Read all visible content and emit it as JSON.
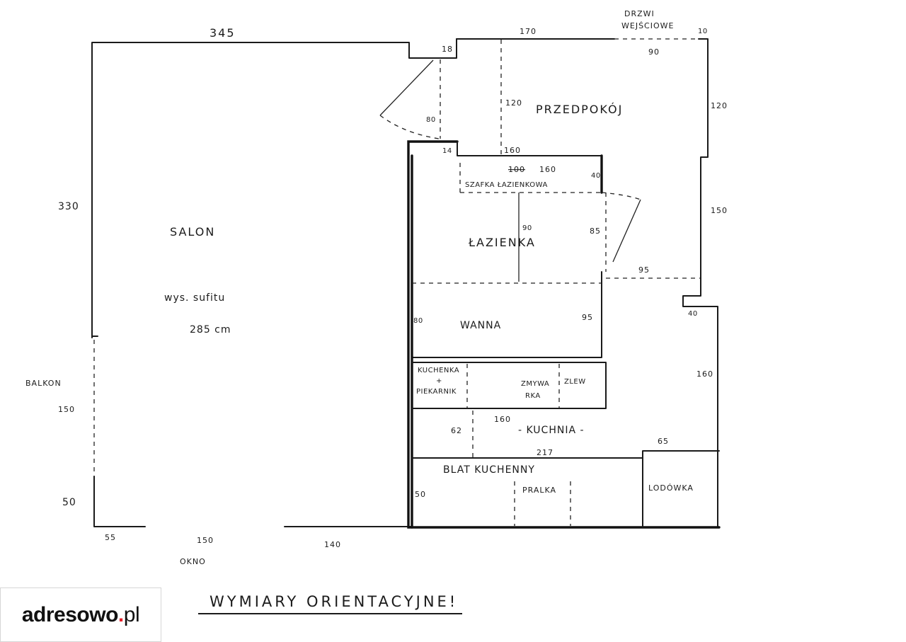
{
  "plan": {
    "rooms": {
      "salon": "SALON",
      "ceiling_line1": "wys. sufitu",
      "ceiling_line2": "285 cm",
      "przedpokoj": "PRZEDPOKÓJ",
      "lazienka": "ŁAZIENKA",
      "szafka": "SZAFKA ŁAZIENKOWA",
      "wanna": "WANNA",
      "kuchnia": "- KUCHNIA -",
      "kuchenka_line1": "KUCHENKA",
      "kuchenka_line2": "+",
      "kuchenka_line3": "PIEKARNIK",
      "zmywarka_line1": "ZMYWA",
      "zmywarka_line2": "RKA",
      "zlew": "ZLEW",
      "blat": "BLAT KUCHENNY",
      "pralka": "PRALKA",
      "lodowka": "LODÓWKA",
      "balkon": "BALKON",
      "okno": "OKNO",
      "drzwi_line1": "DRZWI",
      "drzwi_line2": "WEJŚCIOWE"
    },
    "dimensions": {
      "d345": "345",
      "d18": "18",
      "d170": "170",
      "d10": "10",
      "d90_entry": "90",
      "d330": "330",
      "d80_door": "80",
      "d120_hall": "120",
      "d120_right": "120",
      "d14": "14",
      "d160_top": "160",
      "d100_struck": "100",
      "d160_cab": "160",
      "d40_cab": "40",
      "d90_bath": "90",
      "d85": "85",
      "d150_right": "150",
      "d95_hall": "95",
      "d40_wall": "40",
      "d80_wanna": "80",
      "d95_wanna": "95",
      "d160_right": "160",
      "d150_balkon": "150",
      "d160_kitchen": "160",
      "d62": "62",
      "d217": "217",
      "d65": "65",
      "d50_kitchen": "50",
      "d50_left": "50",
      "d55": "55",
      "d150_okno": "150",
      "d140": "140"
    }
  },
  "footer": {
    "logo_main": "adresowo",
    "logo_dot": ".",
    "logo_tld": "pl",
    "note": "WYMIARY ORIENTACYJNE!"
  }
}
